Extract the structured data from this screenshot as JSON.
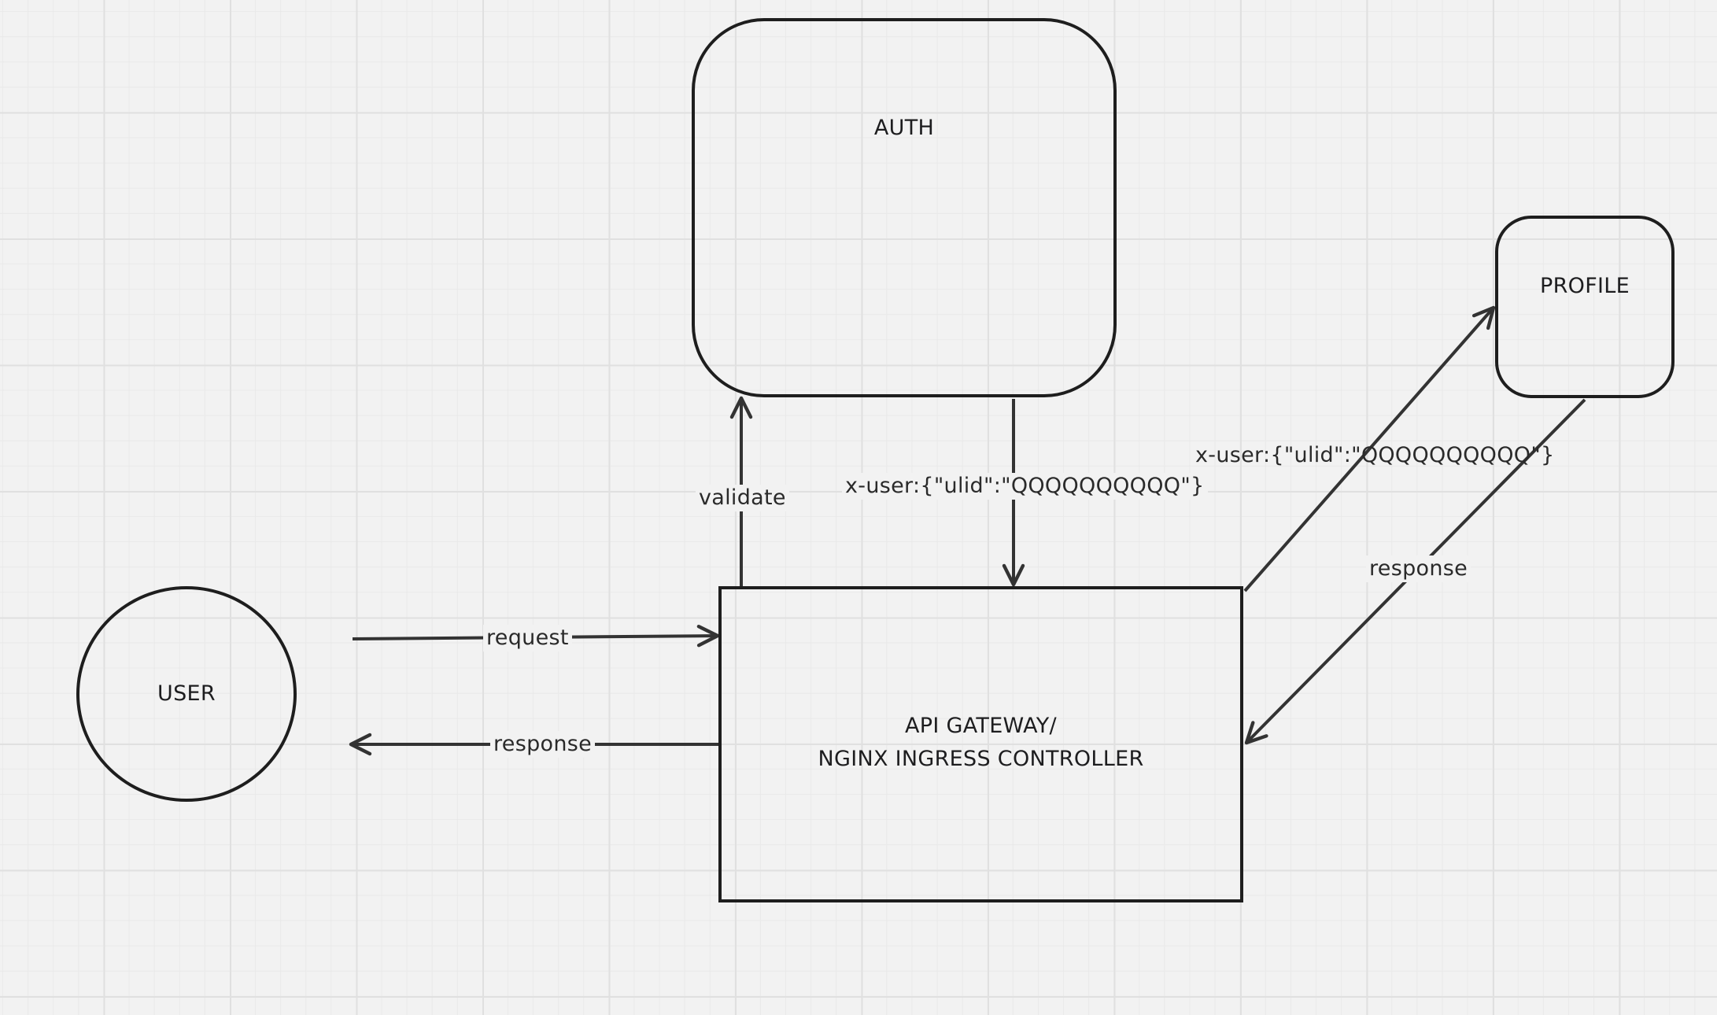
{
  "nodes": {
    "auth": {
      "label": "AUTH"
    },
    "profile": {
      "label": "PROFILE"
    },
    "user": {
      "label": "USER"
    },
    "gateway": {
      "label_line1": "API GATEWAY/",
      "label_line2": "NGINX INGRESS CONTROLLER"
    }
  },
  "edges": {
    "request": {
      "label": "request",
      "from": "user",
      "to": "gateway"
    },
    "response_to_user": {
      "label": "response",
      "from": "gateway",
      "to": "user"
    },
    "validate": {
      "label": "validate",
      "from": "gateway",
      "to": "auth"
    },
    "auth_header": {
      "label": "x-user:{\"ulid\":\"QQQQQQQQQQ\"}",
      "from": "auth",
      "to": "gateway"
    },
    "profile_header": {
      "label": "x-user:{\"ulid\":\"QQQQQQQQQQ\"}",
      "from": "gateway",
      "to": "profile"
    },
    "response_from_profile": {
      "label": "response",
      "from": "profile",
      "to": "gateway"
    }
  },
  "colors": {
    "background": "#f2f2f2",
    "grid": "#e0e0e0",
    "stroke": "#1e1e1e",
    "arrow": "#333333"
  }
}
